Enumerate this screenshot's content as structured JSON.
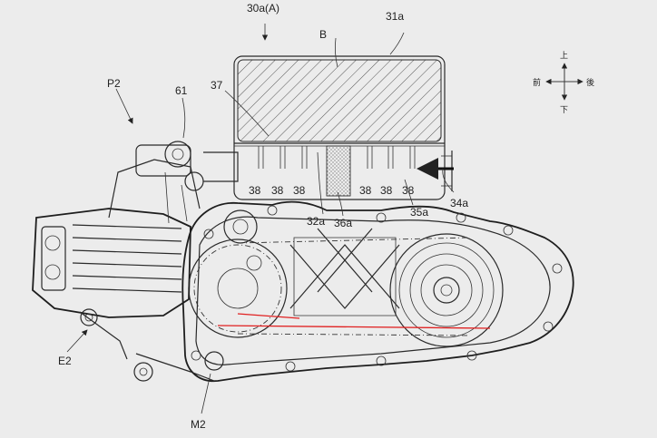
{
  "labels": {
    "assembly": "30a(A)",
    "housing": "31a",
    "space": "B",
    "p2": "P2",
    "part61": "61",
    "part37": "37",
    "part38": "38",
    "part32a": "32a",
    "part36a": "36a",
    "part35a": "35a",
    "part34a": "34a",
    "e2": "E2",
    "m2": "M2"
  },
  "compass": {
    "up": "上",
    "down": "下",
    "front": "前",
    "rear": "後"
  },
  "colors": {
    "background": "#ececec",
    "line": "#2a2a2a",
    "redline": "#e02020"
  }
}
